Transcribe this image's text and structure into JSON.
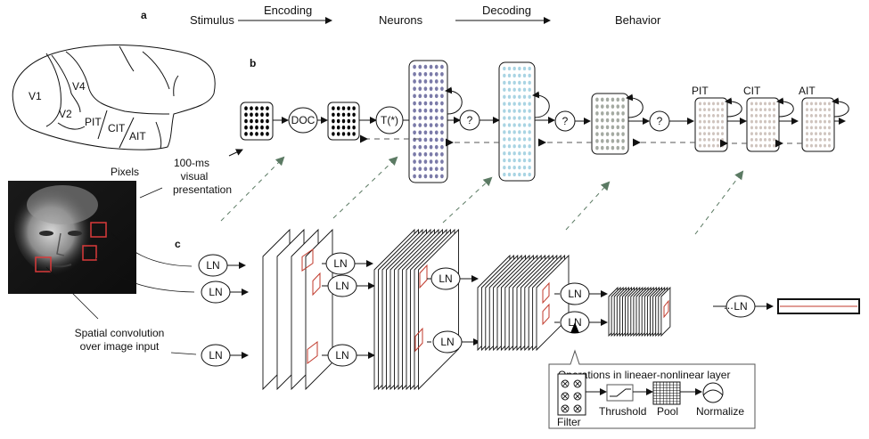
{
  "panels": {
    "a": "a",
    "b": "b",
    "c": "c"
  },
  "header": {
    "stages": [
      "Stimulus",
      "Neurons",
      "Behavior"
    ],
    "arrows": [
      "Encoding",
      "Decoding"
    ]
  },
  "brain": {
    "regions": [
      "V1",
      "V4",
      "V2",
      "PIT",
      "CIT",
      "AIT"
    ]
  },
  "stimulus": {
    "pixels_label": "Pixels",
    "presentation_label": [
      "100-ms",
      "visual",
      "presentation"
    ],
    "convolution_label": [
      "Spatial convolution",
      "over image input"
    ],
    "image_alt": "grayscale portrait photograph",
    "patch_color": "#d93a3a"
  },
  "panel_b": {
    "nodes": [
      "DOC",
      "T(*)",
      "?",
      "?",
      "?"
    ],
    "area_labels": [
      "PIT",
      "CIT",
      "AIT"
    ],
    "layer_colors": {
      "retina": "#000000",
      "v1": "#7a7aa8",
      "v2": "#a9d4e3",
      "v4": "#a4aaa2",
      "it": "#cfc4be"
    },
    "feedback_arrow_color": "#5b7a63"
  },
  "panel_c": {
    "ln_label": "LN",
    "ellipsis": "...",
    "ops_box": {
      "title": "Operations in lineaer-nonlinear layer",
      "steps": [
        "Filter",
        "Thrushold",
        "Pool",
        "Normalize"
      ]
    },
    "highlight_color": "#c0392b"
  }
}
